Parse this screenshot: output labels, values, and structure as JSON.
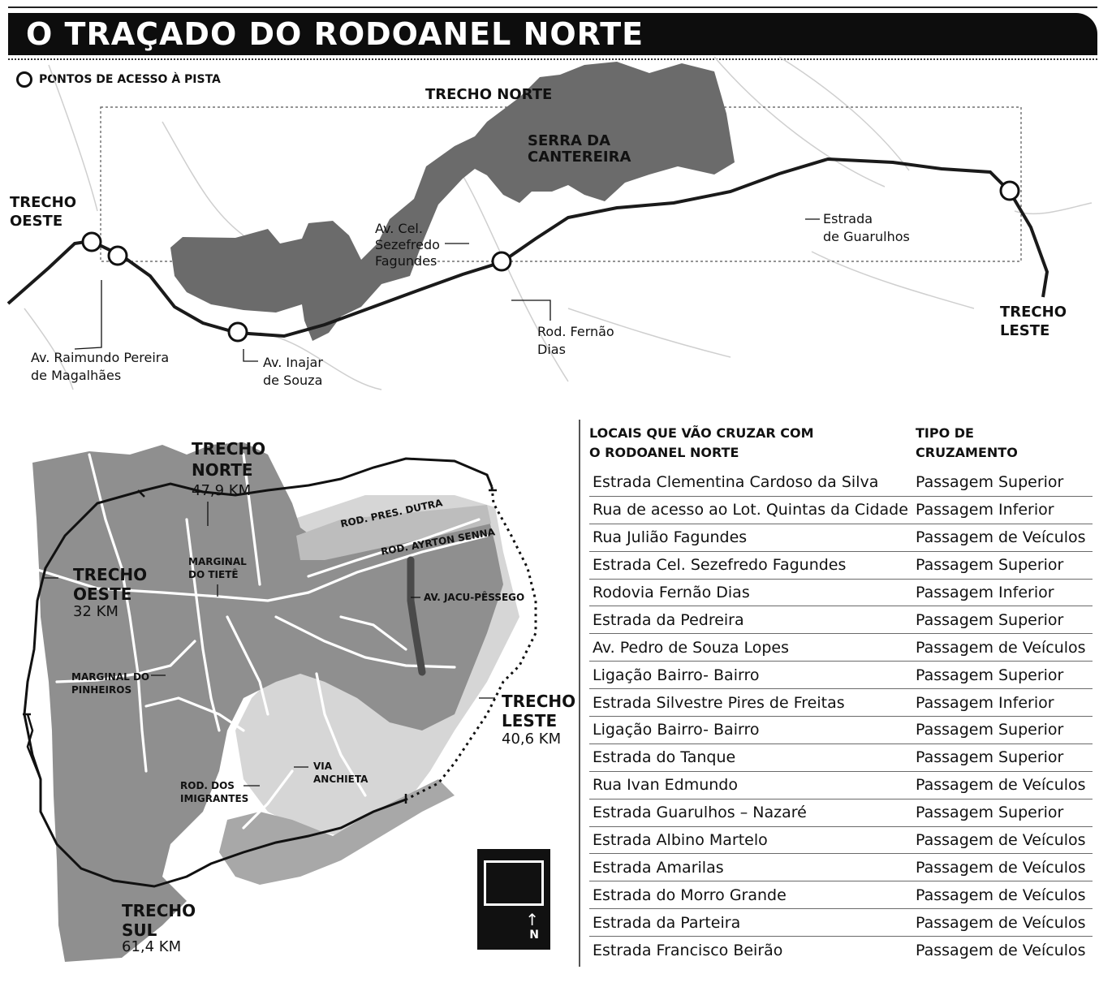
{
  "title": "O TRAÇADO DO RODOANEL NORTE",
  "legend": {
    "access_points": "PONTOS DE ACESSO À PISTA"
  },
  "top_map": {
    "trecho_norte": "TRECHO NORTE",
    "serra": "SERRA DA\nCANTEREIRA",
    "trecho_oeste": "TRECHO\nOESTE",
    "trecho_leste": "TRECHO\nLESTE",
    "sezefredo": "Av. Cel.\nSezefredo\nFagundes",
    "estrada_guarulhos": "Estrada\nde Guarulhos",
    "raimundo": "Av. Raimundo Pereira\nde Magalhães",
    "inajar": "Av. Inajar\nde Souza",
    "fernao": "Rod. Fernão\nDias"
  },
  "bottom_map": {
    "norte": {
      "name": "TRECHO\nNORTE",
      "km": "47,9 KM"
    },
    "oeste": {
      "name": "TRECHO\nOESTE",
      "km": "32 KM"
    },
    "leste": {
      "name": "TRECHO\nLESTE",
      "km": "40,6 KM"
    },
    "sul": {
      "name": "TRECHO\nSUL",
      "km": "61,4 KM"
    },
    "marginal_tiete": "MARGINAL\nDO TIETÊ",
    "marginal_pinheiros": "MARGINAL DO\nPINHEIROS",
    "dutra": "ROD. PRES. DUTRA",
    "ayrton": "ROD. AYRTON SENNA",
    "jacu": "AV. JACU-PÊSSEGO",
    "anchieta": "VIA\nANCHIETA",
    "imigrantes": "ROD. DOS\nIMIGRANTES",
    "compass_north": "N"
  },
  "table": {
    "header_local": "LOCAIS QUE VÃO CRUZAR COM\nO RODOANEL NORTE",
    "header_tipo": "TIPO DE\nCRUZAMENTO",
    "rows": [
      {
        "local": "Estrada Clementina Cardoso da Silva",
        "tipo": "Passagem Superior"
      },
      {
        "local": "Rua de acesso ao Lot. Quintas da Cidade",
        "tipo": "Passagem Inferior"
      },
      {
        "local": "Rua Julião Fagundes",
        "tipo": "Passagem de Veículos"
      },
      {
        "local": "Estrada Cel. Sezefredo Fagundes",
        "tipo": "Passagem Superior"
      },
      {
        "local": "Rodovia Fernão Dias",
        "tipo": "Passagem Inferior"
      },
      {
        "local": "Estrada da Pedreira",
        "tipo": "Passagem Superior"
      },
      {
        "local": "Av. Pedro de Souza Lopes",
        "tipo": "Passagem de Veículos"
      },
      {
        "local": "Ligação Bairro- Bairro",
        "tipo": "Passagem Superior"
      },
      {
        "local": "Estrada Silvestre Pires de Freitas",
        "tipo": "Passagem Inferior"
      },
      {
        "local": "Ligação Bairro- Bairro",
        "tipo": "Passagem Superior"
      },
      {
        "local": "Estrada do Tanque",
        "tipo": "Passagem Superior"
      },
      {
        "local": "Rua Ivan Edmundo",
        "tipo": "Passagem de Veículos"
      },
      {
        "local": "Estrada Guarulhos – Nazaré",
        "tipo": "Passagem Superior"
      },
      {
        "local": "Estrada Albino Martelo",
        "tipo": "Passagem de Veículos"
      },
      {
        "local": "Estrada Amarilas",
        "tipo": "Passagem de Veículos"
      },
      {
        "local": "Estrada do Morro Grande",
        "tipo": "Passagem de Veículos"
      },
      {
        "local": "Estrada da Parteira",
        "tipo": "Passagem de Veículos"
      },
      {
        "local": "Estrada Francisco Beirão",
        "tipo": "Passagem de Veículos"
      }
    ]
  },
  "colors": {
    "route": "#1a1a1a",
    "serra": "#6b6b6b",
    "region": "#8f8f8f",
    "region_light": "#d6d6d6",
    "roads": "#ffffff"
  }
}
